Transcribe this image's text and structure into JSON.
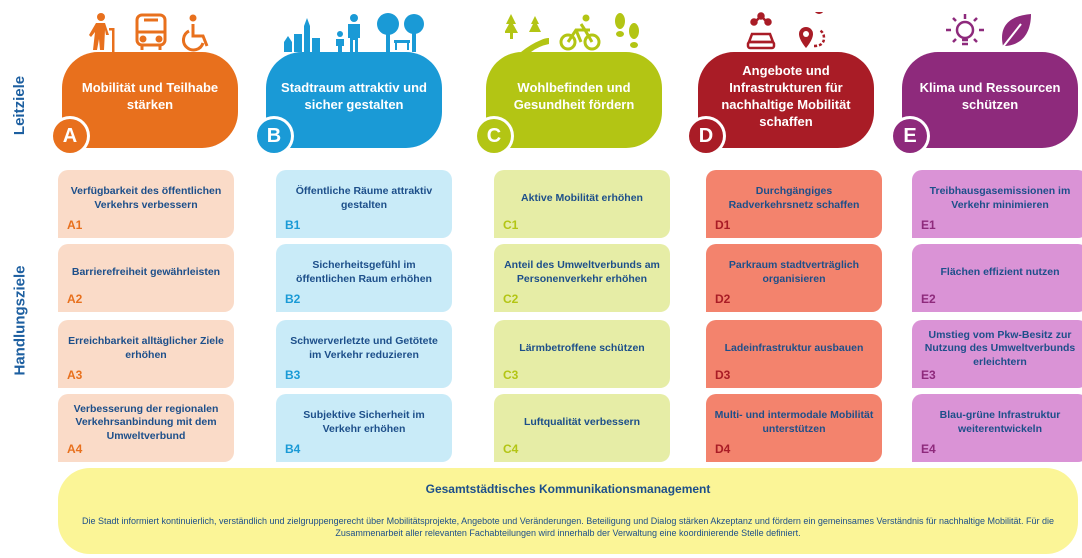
{
  "side_labels": {
    "leitziele": "Leitziele",
    "handlungsziele": "Handlungsziele"
  },
  "columns": [
    {
      "letter": "A",
      "title": "Mobilität und Teilhabe stärken",
      "color": "#e8701d",
      "card_bg": "#fadbc8",
      "text_color": "#1d4f8a",
      "code_color": "#e8701d",
      "icons": [
        "pedestrian-with-cane-icon",
        "bus-icon",
        "wheelchair-icon"
      ],
      "items": [
        {
          "code": "A1",
          "text": "Verfügbarkeit des öffentlichen Verkehrs verbessern"
        },
        {
          "code": "A2",
          "text": "Barrierefreiheit gewährleisten"
        },
        {
          "code": "A3",
          "text": "Erreichbarkeit alltäglicher Ziele erhöhen"
        },
        {
          "code": "A4",
          "text": "Verbesserung der regionalen Verkehrsanbindung mit dem Umweltverbund"
        }
      ]
    },
    {
      "letter": "B",
      "title": "Stadtraum attraktiv und sicher gestalten",
      "color": "#1a9ad6",
      "card_bg": "#c9ebf8",
      "text_color": "#1d4f8a",
      "code_color": "#1a9ad6",
      "icons": [
        "city-skyline-icon",
        "family-icon",
        "trees-bench-icon"
      ],
      "items": [
        {
          "code": "B1",
          "text": "Öffentliche Räume attraktiv gestalten"
        },
        {
          "code": "B2",
          "text": "Sicherheitsgefühl im öffentlichen Raum erhöhen"
        },
        {
          "code": "B3",
          "text": "Schwerverletzte und Getötete im Verkehr reduzieren"
        },
        {
          "code": "B4",
          "text": "Subjektive Sicherheit im Verkehr erhöhen"
        }
      ]
    },
    {
      "letter": "C",
      "title": "Wohlbefinden und Gesundheit fördern",
      "color": "#b3c514",
      "card_bg": "#e6eda6",
      "text_color": "#1d4f8a",
      "code_color": "#b3c514",
      "icons": [
        "path-trees-icon",
        "cyclist-icon",
        "footprints-icon"
      ],
      "items": [
        {
          "code": "C1",
          "text": "Aktive Mobilität erhöhen"
        },
        {
          "code": "C2",
          "text": "Anteil des Umweltverbunds am Personenverkehr erhöhen"
        },
        {
          "code": "C3",
          "text": "Lärmbetroffene schützen"
        },
        {
          "code": "C4",
          "text": "Luftqualität verbessern"
        }
      ]
    },
    {
      "letter": "D",
      "title": "Angebote und Infrastrukturen für nachhaltige Mobilität schaffen",
      "color": "#a91c26",
      "card_bg": "#f3836d",
      "text_color": "#1d4f8a",
      "code_color": "#a91c26",
      "icons": [
        "shared-car-icon",
        "route-pin-icon"
      ],
      "items": [
        {
          "code": "D1",
          "text": "Durchgängiges Radverkehrsnetz schaffen"
        },
        {
          "code": "D2",
          "text": "Parkraum stadtverträglich organisieren"
        },
        {
          "code": "D3",
          "text": "Ladeinfrastruktur ausbauen"
        },
        {
          "code": "D4",
          "text": "Multi- und intermodale Mobilität unterstützen"
        }
      ]
    },
    {
      "letter": "E",
      "title": "Klima und Ressourcen schützen",
      "color": "#8e2a7c",
      "card_bg": "#da93d6",
      "text_color": "#1d4f8a",
      "code_color": "#8e2a7c",
      "icons": [
        "lightbulb-icon",
        "leaf-icon"
      ],
      "items": [
        {
          "code": "E1",
          "text": "Treibhausgasemissionen im Verkehr minimieren"
        },
        {
          "code": "E2",
          "text": "Flächen effizient nutzen"
        },
        {
          "code": "E3",
          "text": "Umstieg vom Pkw-Besitz zur Nutzung des Umweltverbunds erleichtern"
        },
        {
          "code": "E4",
          "text": "Blau-grüne Infrastruktur weiterentwickeln"
        }
      ]
    }
  ],
  "footer": {
    "title": "Gesamtstädtisches Kommunikationsmanagement",
    "body": "Die Stadt informiert kontinuierlich, verständlich und zielgruppengerecht über Mobilitätsprojekte, Angebote und Veränderungen. Beteiligung und Dialog stärken Akzeptanz und fördern ein gemeinsames Verständnis für nachhaltige Mobilität. Für die Zusammenarbeit aller relevanten Fachabteilungen wird innerhalb der Verwaltung eine koordinierende Stelle definiert.",
    "bg": "#fbf597"
  }
}
